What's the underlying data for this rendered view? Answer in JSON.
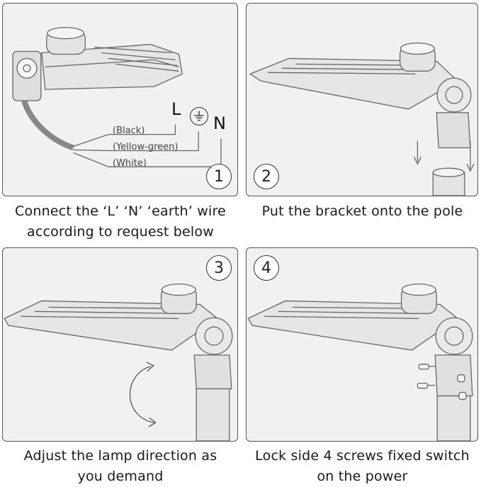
{
  "steps": [
    {
      "number": "1",
      "caption_line1": "Connect the ‘L’ ‘N’ ‘earth’ wire",
      "caption_line2": "according to request below"
    },
    {
      "number": "2",
      "caption_line1": "Put the bracket onto the pole",
      "caption_line2": ""
    },
    {
      "number": "3",
      "caption_line1": "Adjust the lamp direction as",
      "caption_line2": "you demand"
    },
    {
      "number": "4",
      "caption_line1": "Lock side 4 screws fixed switch",
      "caption_line2": "on the power"
    }
  ],
  "wires": {
    "black": "(Black)",
    "yellow_green": "(Yellow-green)",
    "white": "(White)"
  },
  "terminals": {
    "live": "L",
    "neutral": "N",
    "earth_icon": "earth-ground-icon"
  },
  "colors": {
    "panel_bg": "#f1f1f1",
    "border": "#555555",
    "line": "#666666"
  }
}
